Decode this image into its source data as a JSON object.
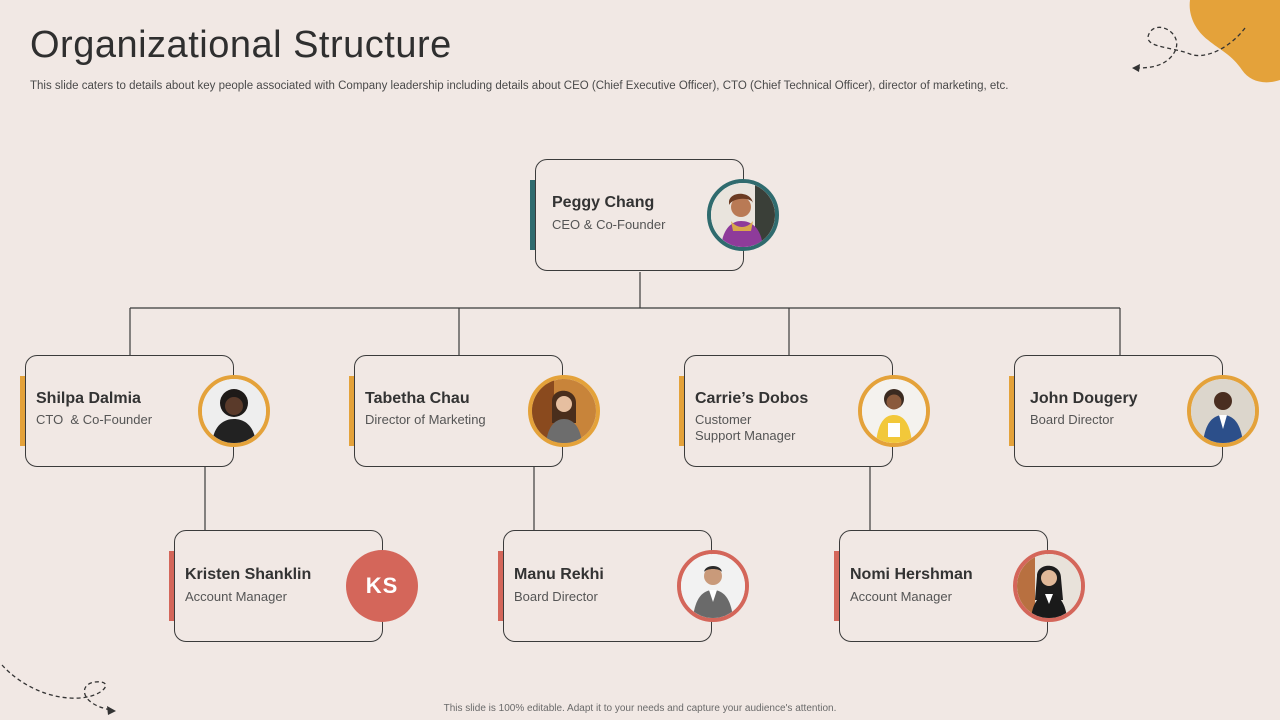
{
  "title": "Organizational Structure",
  "subtitle": "This slide caters to details about key people associated with Company leadership including details about CEO (Chief Executive  Officer), CTO (Chief Technical Officer), director of marketing, etc.",
  "footer": "This slide is 100% editable. Adapt it to your needs and capture your audience's attention.",
  "colors": {
    "background": "#f1e8e4",
    "teal": "#2f6b6e",
    "gold": "#e4a23a",
    "coral": "#d4665a"
  },
  "ceo": {
    "name": "Peggy Chang",
    "role": "CEO & Co-Founder",
    "avatar_icon": "person-photo-icon"
  },
  "level1": [
    {
      "name": "Shilpa Dalmia",
      "role": "CTO  & Co-Founder",
      "avatar_icon": "person-photo-icon"
    },
    {
      "name": "Tabetha Chau",
      "role": "Director of Marketing",
      "avatar_icon": "person-photo-icon"
    },
    {
      "name": "Carrie’s Dobos",
      "role": "Customer\nSupport Manager",
      "avatar_icon": "person-photo-icon"
    },
    {
      "name": "John Dougery",
      "role": "Board Director",
      "avatar_icon": "person-photo-icon"
    }
  ],
  "level2": [
    {
      "name": "Kristen Shanklin",
      "role": "Account Manager",
      "initials": "KS"
    },
    {
      "name": "Manu Rekhi",
      "role": "Board Director",
      "avatar_icon": "person-photo-icon"
    },
    {
      "name": "Nomi Hershman",
      "role": "Account Manager",
      "avatar_icon": "person-photo-icon"
    }
  ]
}
